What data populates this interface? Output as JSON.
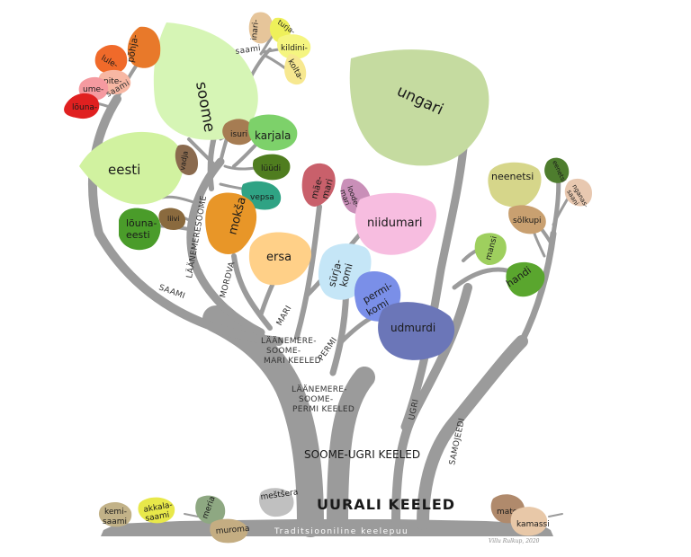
{
  "title": "UURALI KEELED",
  "subtitle": "Traditsiooniline keelepuu",
  "signature": "Villu Rulkup, 2020",
  "branches": {
    "saami": "SAAMI",
    "laanemeresoome": "LÄÄNEMERESOOME",
    "mordva": "MORDVA",
    "mari": "MARI",
    "permi": "PERMI",
    "ugri": "UGRI",
    "samojeedi": "SAMOJEEDI",
    "laanemere_soome_mari_1": "LÄÄNEMERE-",
    "laanemere_soome_mari_2": "SOOME-",
    "laanemere_soome_mari_3": "MARI KEELED",
    "laanemere_soome_permi_1": "LÄÄNEMERE-",
    "laanemere_soome_permi_2": "SOOME-",
    "laanemere_soome_permi_3": "PERMI KEELED",
    "soome_ugri": "SOOME-UGRI KEELED",
    "saami_upper": "saami"
  },
  "leaves": {
    "soome": "soome",
    "eesti": "eesti",
    "ungari": "ungari",
    "pohja_1": "põhja-",
    "lule": "lule-",
    "pite": "pite-",
    "ume": "ume-",
    "louna_saami": "lõuna-",
    "inari": "inari-",
    "turja": "turja-",
    "kildini": "kildini-",
    "kolta": "kolta-",
    "isuri": "isuri",
    "karjala": "karjala",
    "vadja": "vadja",
    "lyydi": "lüüdi",
    "vepsa": "vepsa",
    "louna_eesti_1": "lõuna-",
    "louna_eesti_2": "eesti",
    "liivi": "liivi",
    "moksa": "mokša",
    "ersa": "ersa",
    "mae_mari_1": "mäe-",
    "mae_mari_2": "mari",
    "loode_mari_1": "loode-",
    "loode_mari_2": "mari",
    "niidumari": "niidumari",
    "surja_komi_1": "sürja-",
    "surja_komi_2": "komi",
    "permi_komi_1": "permi-",
    "permi_komi_2": "komi",
    "udmurdi": "udmurdi",
    "neenetsi": "neenetsi",
    "eenetsi": "eenetsi",
    "nganassaani_1": "nganas-",
    "nganassaani_2": "saani",
    "solkupi": "sölkupi",
    "mansi": "mansi",
    "handi": "handi",
    "kemi_saami_1": "kemi-",
    "kemi_saami_2": "saami",
    "akkala_saami_1": "akkala-",
    "akkala_saami_2": "saami",
    "meria": "meria",
    "muroma": "muroma",
    "mestsera": "meštšera",
    "matori": "matori",
    "kamassi": "kamassi"
  },
  "colors": {
    "trunk": "#9b9b9b",
    "soome": "#d6f5b5",
    "eesti": "#d1f2a0",
    "ungari": "#c5dba0",
    "udmurdi": "#6b76b8",
    "niidumari": "#f7bde0",
    "ersa": "#ffd088"
  }
}
